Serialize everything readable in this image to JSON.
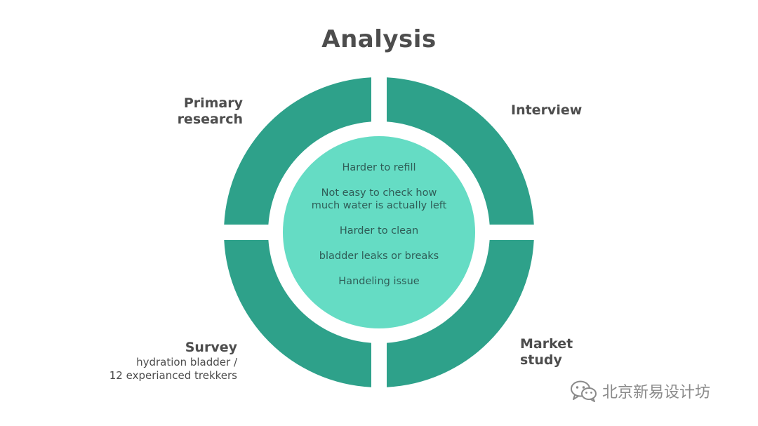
{
  "title": "Analysis",
  "colors": {
    "ring": "#2ea18a",
    "center": "#65dcc4",
    "text_dark": "#4d4d4d",
    "center_text": "#2f5d57"
  },
  "segments": [
    {
      "label_lines": [
        "Primary",
        "research"
      ],
      "sub_lines": []
    },
    {
      "label_lines": [
        "Interview"
      ],
      "sub_lines": []
    },
    {
      "label_lines": [
        "Survey"
      ],
      "sub_lines": [
        "hydration bladder /",
        "12 experianced trekkers"
      ]
    },
    {
      "label_lines": [
        "Market",
        "study"
      ],
      "sub_lines": []
    }
  ],
  "center_items": [
    [
      "Harder to refill"
    ],
    [
      "Not easy to check how",
      "much water is actually left"
    ],
    [
      "Harder to clean"
    ],
    [
      "bladder leaks or breaks"
    ],
    [
      "Handeling issue"
    ]
  ],
  "watermark": {
    "icon": "wechat-icon",
    "text": "北京新易设计坊"
  }
}
